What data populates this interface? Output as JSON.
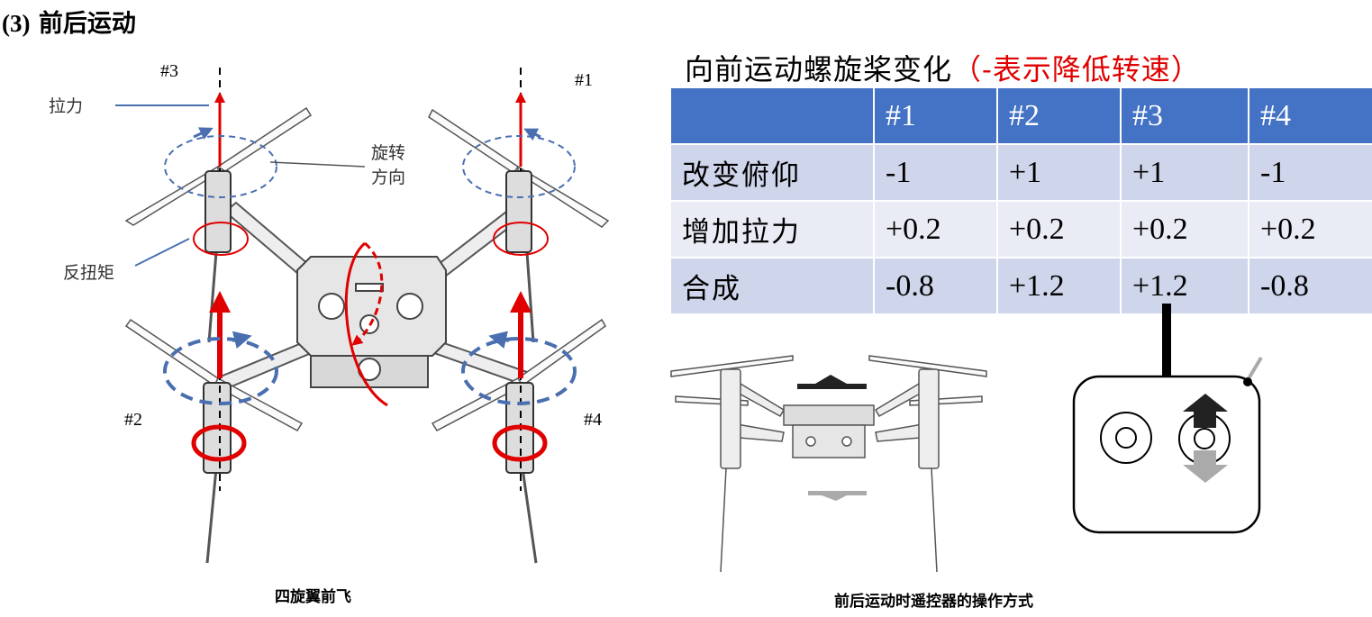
{
  "section_title": {
    "number": "(3)",
    "text": "前后运动"
  },
  "left_diagram": {
    "labels": {
      "thrust": "拉力",
      "rotation_line1": "旋转",
      "rotation_line2": "方向",
      "counter_torque": "反扭矩",
      "motor_3": "#3",
      "motor_1": "#1",
      "motor_2": "#2",
      "motor_4": "#4"
    },
    "caption": "四旋翼前飞"
  },
  "table": {
    "title": "向前运动螺旋桨变化",
    "title_note": "（-表示降低转速）",
    "headers": [
      "",
      "#1",
      "#2",
      "#3",
      "#4"
    ],
    "rows": [
      {
        "label": "改变俯仰",
        "values": [
          "-1",
          "+1",
          "+1",
          "-1"
        ]
      },
      {
        "label": "增加拉力",
        "values": [
          "+0.2",
          "+0.2",
          "+0.2",
          "+0.2"
        ]
      },
      {
        "label": "合成",
        "values": [
          "-0.8",
          "+1.2",
          "+1.2",
          "-0.8"
        ]
      }
    ]
  },
  "right_caption": "前后运动时遥控器的操作方式",
  "colors": {
    "header_blue": "#4472c4",
    "row_light": "#cfd5ea",
    "row_lighter": "#e9ebf5",
    "thrust_red": "#e00000",
    "rotation_blue": "#4a6fb0",
    "note_red": "#e00000"
  }
}
